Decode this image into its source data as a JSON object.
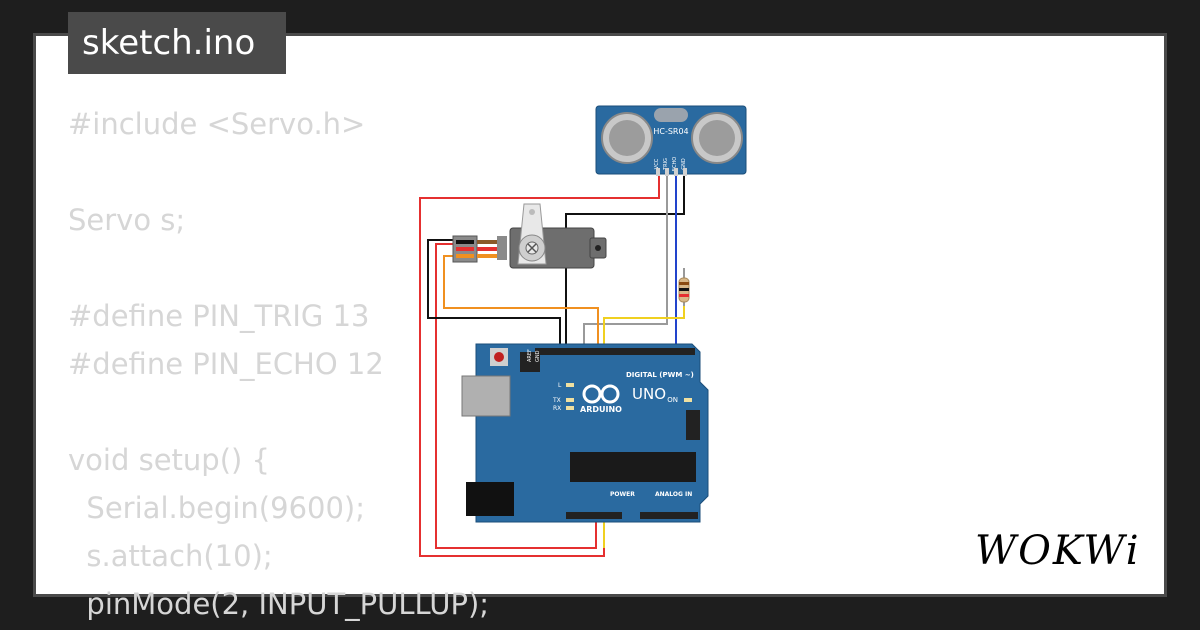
{
  "file_tab": {
    "label": "sketch.ino"
  },
  "code": {
    "lines": [
      "#include <Servo.h>",
      "",
      "Servo s;",
      "",
      "#define PIN_TRIG 13",
      "#define PIN_ECHO 12",
      "",
      "void setup() {",
      "  Serial.begin(9600);",
      "  s.attach(10);",
      "  pinMode(2, INPUT_PULLUP);"
    ]
  },
  "sensor": {
    "label": "HC-SR04",
    "pins": [
      "VCC",
      "TRIG",
      "ECHO",
      "GND"
    ]
  },
  "board": {
    "brand": "ARDUINO",
    "model": "UNO",
    "digital_label": "DIGITAL (PWM ~)",
    "analog_label": "ANALOG IN",
    "power_label": "POWER",
    "on_label": "ON",
    "l_label": "L",
    "tx_label": "TX",
    "rx_label": "RX",
    "aref_label": "AREF",
    "gnd_label": "GND"
  },
  "logo": {
    "text": "WOKWi"
  },
  "colors": {
    "background": "#1e1e1e",
    "card_border": "#4a4a4a",
    "code_text": "#d6d6d6",
    "board": "#2a6aa0",
    "wire_red": "#e53030",
    "wire_black": "#111111",
    "wire_gray": "#9a9a9a",
    "wire_blue": "#2244cc",
    "wire_yellow": "#f0d020",
    "wire_orange": "#f09020"
  }
}
